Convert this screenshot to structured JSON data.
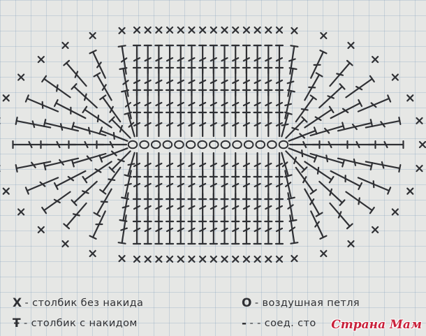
{
  "legend": {
    "single_crochet": {
      "symbol": "X",
      "label": "- столбик без накида"
    },
    "double_crochet": {
      "symbol": "Ŧ",
      "label": "- столбик с накидом"
    },
    "chain": {
      "symbol": "O",
      "label": "- воздушная петля"
    },
    "slip_stitch": {
      "symbol": "-",
      "label": "- - соед. сто"
    }
  },
  "watermark": {
    "text": "Страна Мам"
  },
  "chart": {
    "foundation_chain_count": 14,
    "ink_color": "#2f3034",
    "paper_color": "#e6e7e5",
    "grid_color": "#7896b9",
    "watermark_color": "#c8203a"
  }
}
